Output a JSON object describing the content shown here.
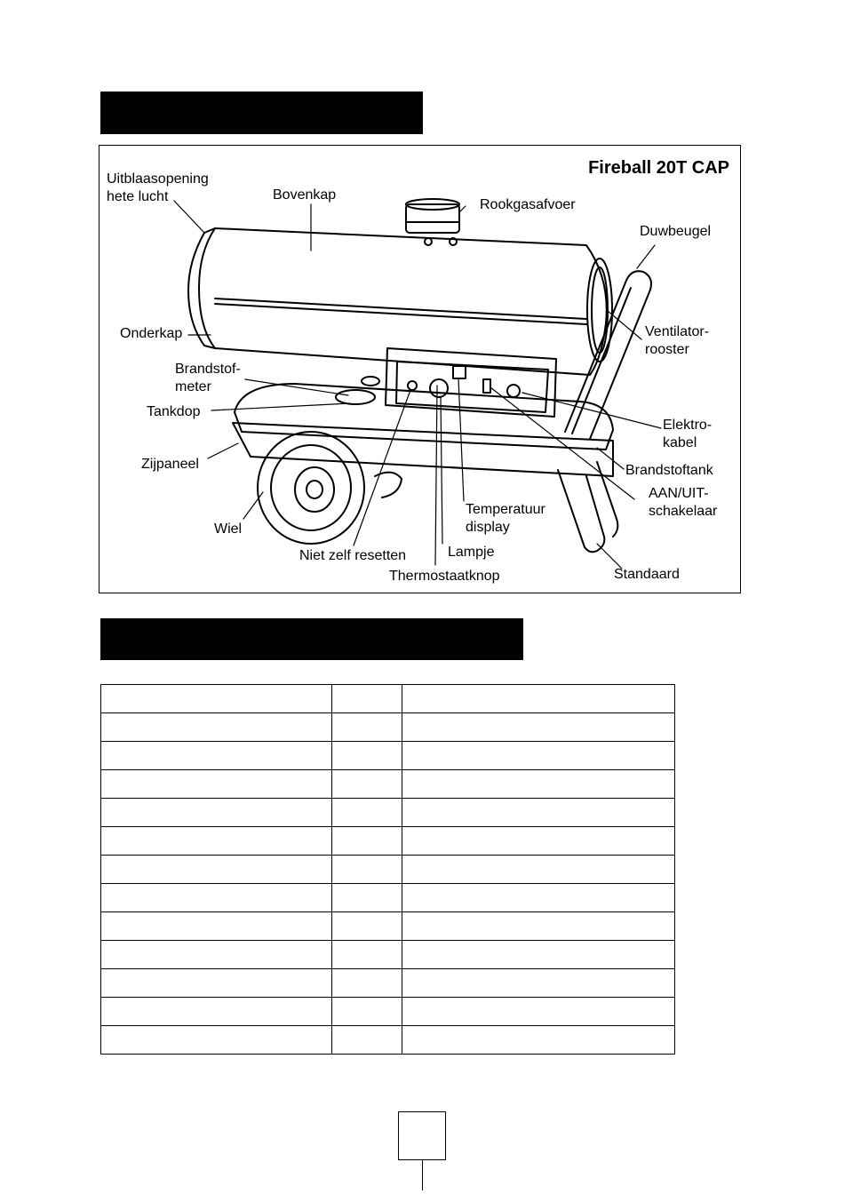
{
  "section_headings": [
    "",
    ""
  ],
  "figure": {
    "model": "Fireball 20T CAP",
    "labels": {
      "uitblaasopening": "Uitblaasopening\nhete lucht",
      "bovenkap": "Bovenkap",
      "rookgasafvoer": "Rookgasafvoer",
      "duwbeugel": "Duwbeugel",
      "onderkap": "Onderkap",
      "ventilatorrooster": "Ventilator-\nrooster",
      "brandstofmeter": "Brandstof-\nmeter",
      "tankdop": "Tankdop",
      "elektrokabel": "Elektro-\nkabel",
      "zijpaneel": "Zijpaneel",
      "brandstoftank": "Brandstoftank",
      "aanuitschakelaar": "AAN/UIT-\nschakelaar",
      "temperatuurdisplay": "Temperatuur\ndisplay",
      "wiel": "Wiel",
      "lampje": "Lampje",
      "nietzelfresetten": "Niet zelf resetten",
      "thermostaatknop": "Thermostaatknop",
      "standaard": "Standaard"
    }
  },
  "table": {
    "rows": [
      [
        "",
        "",
        ""
      ],
      [
        "",
        "",
        ""
      ],
      [
        "",
        "",
        ""
      ],
      [
        "",
        "",
        ""
      ],
      [
        "",
        "",
        ""
      ],
      [
        "",
        "",
        ""
      ],
      [
        "",
        "",
        ""
      ],
      [
        "",
        "",
        ""
      ],
      [
        "",
        "",
        ""
      ],
      [
        "",
        "",
        ""
      ],
      [
        "",
        "",
        ""
      ],
      [
        "",
        "",
        ""
      ],
      [
        "",
        "",
        ""
      ]
    ]
  },
  "page_number": ""
}
